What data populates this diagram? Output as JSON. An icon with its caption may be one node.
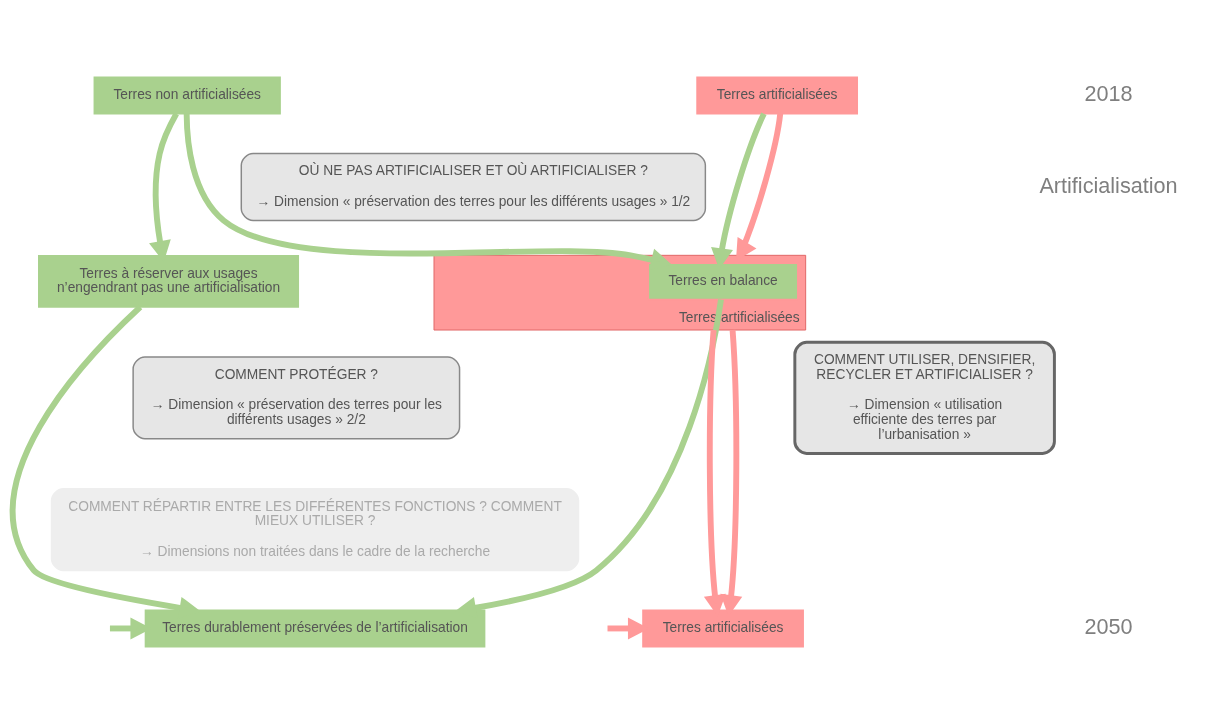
{
  "diagram": {
    "nodes": [
      {
        "text": [
          "Terres non artificialisées"
        ]
      },
      {
        "text": [
          "Terres artificialisées"
        ]
      },
      {
        "text": [
          "OÙ NE PAS ARTIFICIALISER ET OÙ ARTIFICIALISER ?",
          "→ Dimension « préservation des terres pour les différents usages » 1/2"
        ]
      },
      {
        "text": [
          "Terres à réserver aux usages n’engendrant pas une artificialisation"
        ]
      },
      {
        "text": [
          "Terres artificialisées"
        ]
      },
      {
        "text": [
          "Terres en balance"
        ],
        "in": 4
      },
      {
        "text": [
          "COMMENT PROTÉGER ?",
          "→ Dimension « préservation des terres pour les différents usages » 2/2"
        ]
      },
      {
        "text": [
          "COMMENT RÉPARTIR ENTRE LES DIFFÉRENTES FONCTIONS ? COMMENT MIEUX UTILISER ?",
          "→ Dimensions non traitées dans le cadre de la recherche"
        ]
      },
      {
        "text": [
          "COMMENT UTILISER, DENSIFIER, RECYCLER ET ARTIFICIALISER ?",
          "→ Dimension « utilisation efficiente des terres par l’urbanisation »"
        ]
      },
      {
        "text": [
          "Terres durablement préservées de l’artificialisation"
        ]
      },
      {
        "text": [
          "Terres artificialisées"
        ]
      }
    ],
    "edges": [
      {
        "from": 0,
        "to": 3,
        "arrow": "to"
      },
      {
        "from": 0,
        "to": 5,
        "arrow": "to"
      },
      {
        "from": 1,
        "to": 5,
        "arrow": "to"
      },
      {
        "from": 1,
        "to": 4,
        "arrow": "to",
        "color": "#ff9999"
      },
      {
        "from": 3,
        "to": 9,
        "arrow": "to"
      },
      {
        "from": 5,
        "to": 9,
        "arrow": "to"
      },
      {
        "from": 4,
        "to": 10,
        "arrow": "to",
        "color": "#ff9999"
      },
      {
        "from": 4,
        "to": 10,
        "arrow": "to",
        "color": "#ff9999"
      },
      {
        "from": null,
        "to": 9,
        "arrow": "to"
      },
      {
        "from": null,
        "to": 10,
        "arrow": "to",
        "color": "#ff9999"
      }
    ],
    "labels": [
      "2018",
      "Artificialisation",
      "2050"
    ]
  }
}
